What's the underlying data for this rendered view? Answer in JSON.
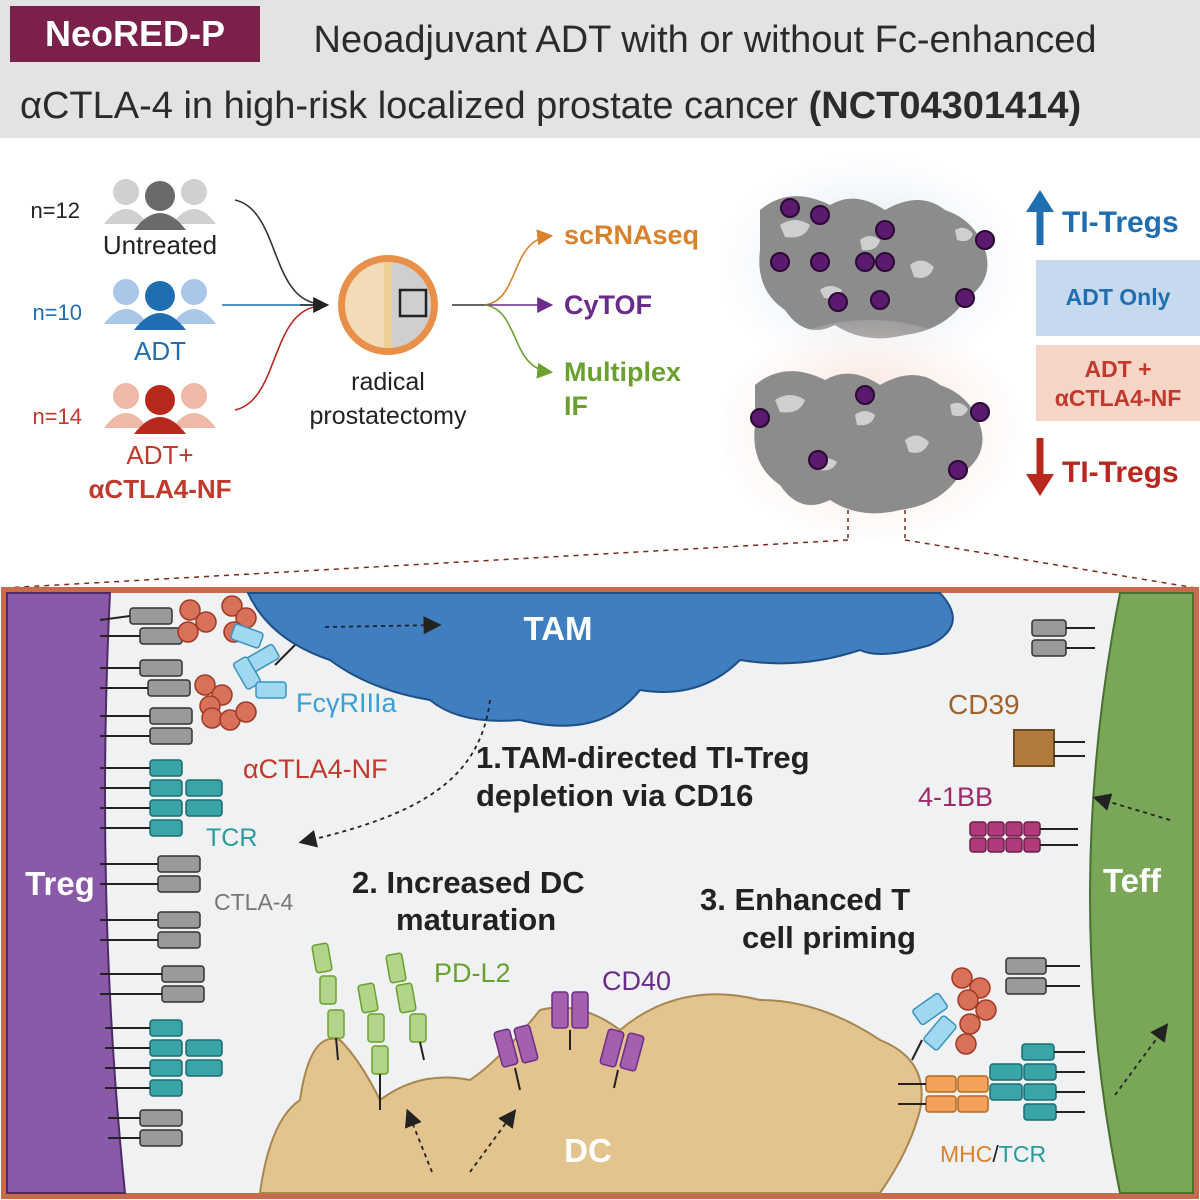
{
  "header": {
    "badge": "NeoRED-P",
    "title_line1": "Neoadjuvant ADT with or without Fc-enhanced",
    "title_line2": "αCTLA-4 in high-risk localized prostate cancer",
    "trial_id": "(NCT04301414)"
  },
  "cohorts": [
    {
      "n": "n=12",
      "label": "Untreated",
      "color": "#444444"
    },
    {
      "n": "n=10",
      "label": "ADT",
      "color": "#1f77b4"
    },
    {
      "n": "n=14",
      "label_line1": "ADT+",
      "label_line2": "αCTLA4-NF",
      "color": "#c0392b"
    }
  ],
  "surgery": {
    "line1": "radical",
    "line2": "prostatectomy"
  },
  "assays": [
    {
      "label": "scRNAseq",
      "color": "#d9822b"
    },
    {
      "label": "CyTOF",
      "color": "#6a2c8a"
    },
    {
      "label_line1": "Multiplex",
      "label_line2": "IF",
      "color": "#6aa12e"
    }
  ],
  "results": {
    "up": "TI-Tregs",
    "adt_only": "ADT Only",
    "combo_line1": "ADT +",
    "combo_line2": "αCTLA4-NF",
    "down": "TI-Tregs"
  },
  "mechanism": {
    "treg": "Treg",
    "teff": "Teff",
    "tam": "TAM",
    "dc": "DC",
    "fc_receptor": "FcγRIIIa",
    "antibody": "αCTLA4-NF",
    "tcr": "TCR",
    "ctla4": "CTLA-4",
    "cd39": "CD39",
    "cd41bb": "4-1BB",
    "pdl2": "PD-L2",
    "cd40": "CD40",
    "mhc": "MHC",
    "slash": "/",
    "tcr2": "TCR",
    "step1_line1": "1.TAM-directed TI-Treg",
    "step1_line2": "depletion via CD16",
    "step2_line1": "2. Increased DC",
    "step2_line2": "maturation",
    "step3_line1": "3. Enhanced T",
    "step3_line2": "cell priming"
  },
  "colors": {
    "badge": "#7b1f4b",
    "header_bg": "#e3e3e3",
    "treg": "#8a5aa8",
    "teff": "#7aa657",
    "tam": "#3f7fbf",
    "dc": "#e3c48e",
    "panel_border": "#c96a4a"
  }
}
